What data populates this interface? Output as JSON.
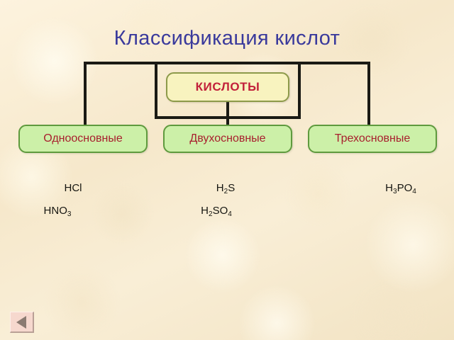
{
  "slide": {
    "title": "Классификация кислот",
    "title_color": "#3a3a9c",
    "background_color": "#f7e9cd"
  },
  "diagram": {
    "root": {
      "label": "КИСЛОТЫ",
      "fill_color": "#f8f3bf",
      "border_color": "#8d9a4a",
      "text_color": "#c2203a"
    },
    "categories": [
      {
        "label": "Одноосновные",
        "fill_color": "#ccf0a8",
        "border_color": "#5f9a3e",
        "text_color": "#a81f2e",
        "examples": [
          {
            "formula": "HCl",
            "parts": [
              {
                "text": "HCl",
                "sub": ""
              }
            ]
          },
          {
            "formula": "HNO3",
            "parts": [
              {
                "text": "HNO",
                "sub": "3"
              }
            ]
          }
        ]
      },
      {
        "label": "Двухосновные",
        "fill_color": "#ccf0a8",
        "border_color": "#5f9a3e",
        "text_color": "#a81f2e",
        "examples": [
          {
            "formula": "H2S",
            "parts": [
              {
                "text": "H",
                "sub": "2"
              },
              {
                "text": "S",
                "sub": ""
              }
            ]
          },
          {
            "formula": "H2SO4",
            "parts": [
              {
                "text": "H",
                "sub": "2"
              },
              {
                "text": "SO",
                "sub": "4"
              }
            ]
          }
        ]
      },
      {
        "label": "Трехосновные",
        "fill_color": "#ccf0a8",
        "border_color": "#5f9a3e",
        "text_color": "#a81f2e",
        "examples": [
          {
            "formula": "H3PO4",
            "parts": [
              {
                "text": "H",
                "sub": "3"
              },
              {
                "text": "PO",
                "sub": "4"
              }
            ]
          }
        ]
      }
    ],
    "connector_color": "#1a1a14"
  },
  "navigation": {
    "back_button": {
      "icon": "triangle-left-icon",
      "label": "",
      "fill_color": "#f6d8ce",
      "arrow_color": "#8b7b72"
    }
  }
}
